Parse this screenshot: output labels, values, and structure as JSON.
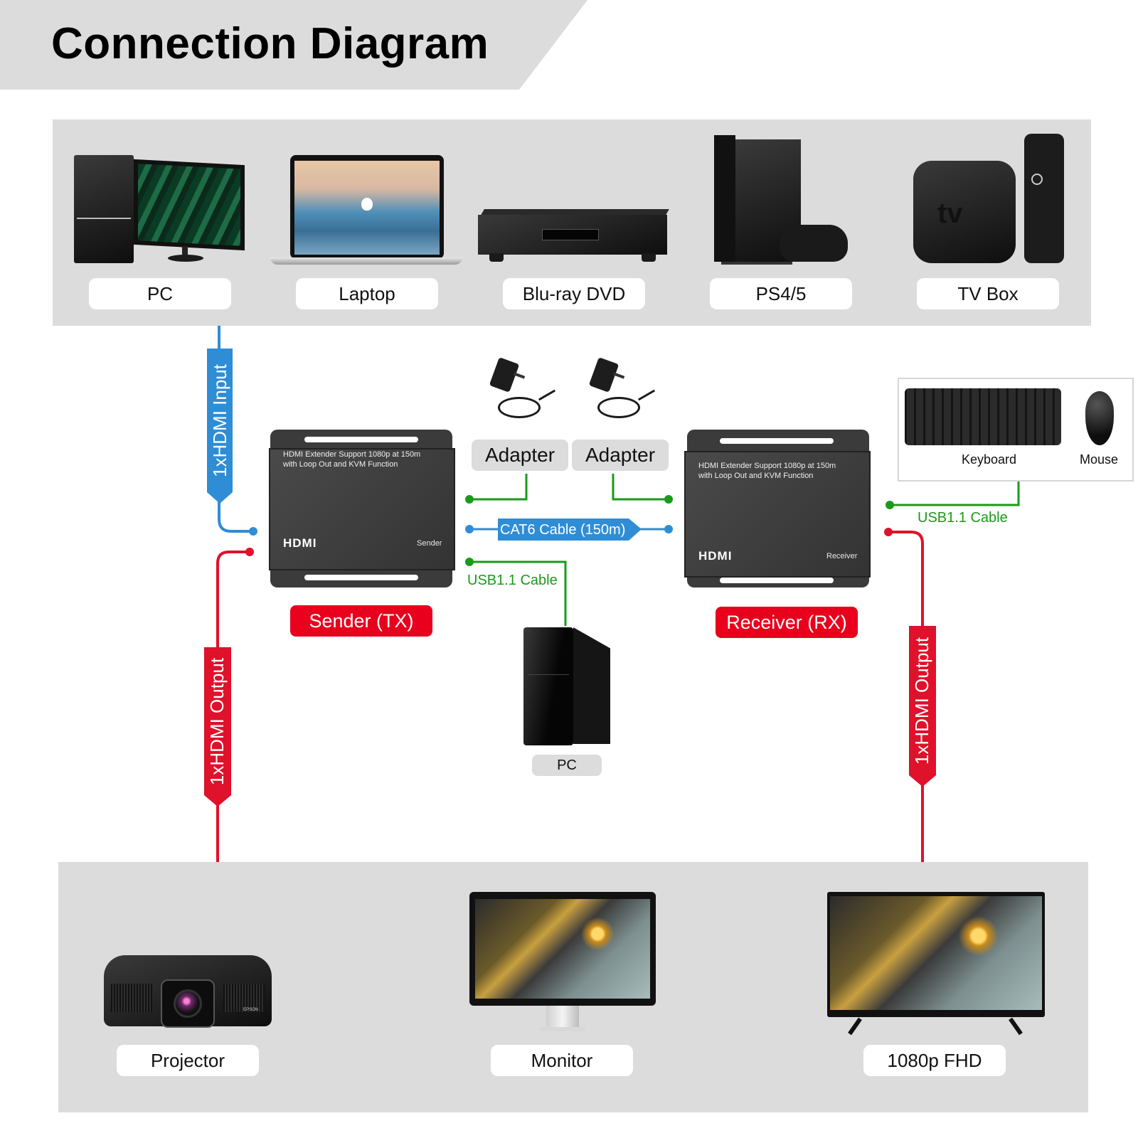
{
  "header": {
    "title": "Connection Diagram"
  },
  "colors": {
    "panel_bg": "#dcdcdc",
    "hdmi_input_blue": "#2f8dd6",
    "hdmi_output_red": "#e0112b",
    "usb_green": "#1a9a1a",
    "tag_red": "#e8001c"
  },
  "sources": {
    "items": [
      {
        "label": "PC",
        "icon": "desktop-pc-icon"
      },
      {
        "label": "Laptop",
        "icon": "laptop-icon"
      },
      {
        "label": "Blu-ray DVD",
        "icon": "bluray-player-icon"
      },
      {
        "label": "PS4/5",
        "icon": "game-console-icon"
      },
      {
        "label": "TV Box",
        "icon": "tv-box-icon"
      }
    ],
    "tvbox_brand_text": "tv"
  },
  "connections": {
    "hdmi_input": "1xHDMI Input",
    "hdmi_output_left": "1xHDMI Output",
    "hdmi_output_right": "1xHDMI Output",
    "cat6": "CAT6 Cable (150m)",
    "usb_left": "USB1.1 Cable",
    "usb_right": "USB1.1 Cable"
  },
  "adapters": [
    {
      "label": "Adapter",
      "icon": "power-adapter-icon"
    },
    {
      "label": "Adapter",
      "icon": "power-adapter-icon"
    }
  ],
  "sender": {
    "description_line1": "HDMI Extender Support 1080p at 150m",
    "description_line2": "with Loop Out and KVM Function",
    "logo": "HDMI",
    "role": "Sender",
    "tag": "Sender (TX)"
  },
  "receiver": {
    "description_line1": "HDMI Extender Support 1080p at 150m",
    "description_line2": "with Loop Out and KVM Function",
    "logo": "HDMI",
    "role": "Receiver",
    "tag": "Receiver (RX)"
  },
  "kvm_pc": {
    "label": "PC"
  },
  "peripherals": {
    "keyboard": "Keyboard",
    "mouse": "Mouse"
  },
  "displays": {
    "items": [
      {
        "label": "Projector",
        "icon": "projector-icon"
      },
      {
        "label": "Monitor",
        "icon": "monitor-icon"
      },
      {
        "label": "1080p FHD",
        "icon": "tv-icon"
      }
    ],
    "projector_brand": "EPSON"
  }
}
